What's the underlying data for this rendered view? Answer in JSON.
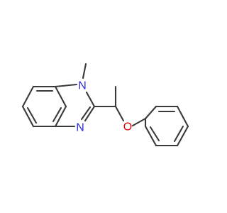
{
  "molecule": {
    "atoms": {
      "n_methyl": "N",
      "n_imine": "N",
      "o_ether": "O"
    },
    "colors": {
      "bond": "#3a3a3a",
      "nitrogen": "#2f2fd6",
      "oxygen": "#e00000",
      "background": "#ffffff"
    }
  }
}
